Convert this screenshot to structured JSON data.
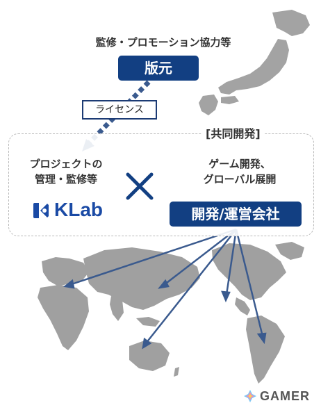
{
  "publisher": {
    "supervise_label": "監修・プロモーション協力等",
    "badge": "版元"
  },
  "license": {
    "label": "ライセンス"
  },
  "collaboration": {
    "title": "[共同開発]",
    "klab_role": [
      "プロジェクトの",
      "管理・監修等"
    ],
    "klab_logo_text": "KLab",
    "devco_role": [
      "ゲーム開発、",
      "グローバル展開"
    ],
    "devco_badge": "開発/運営会社",
    "times_symbol": "×"
  },
  "watermark": {
    "text": "GAMER"
  },
  "colors": {
    "navy": "#123f82",
    "arrow": "#3a5a8e",
    "map_gray": "#a0a0a0",
    "klab_blue": "#1a4aa5"
  }
}
